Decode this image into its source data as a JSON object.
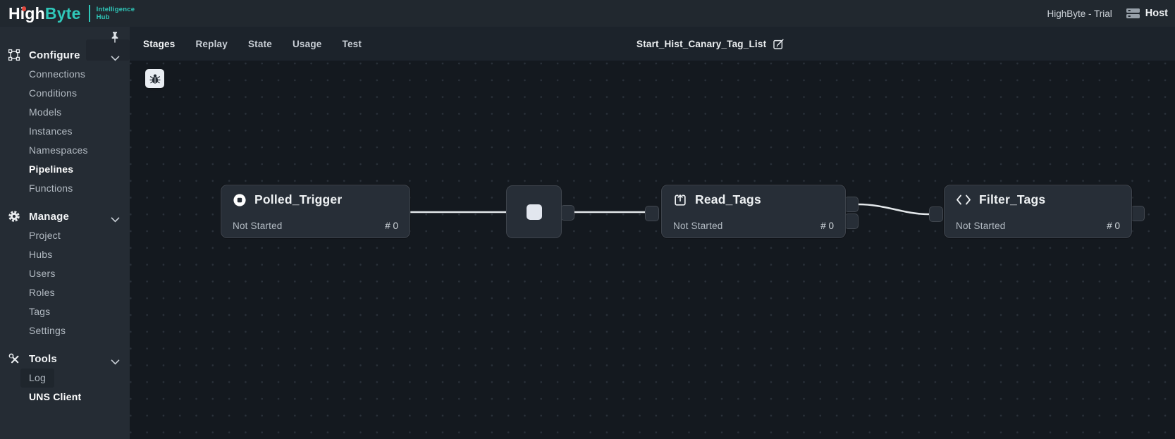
{
  "topbar": {
    "logo": {
      "brand_bold": "High",
      "brand_accent": "Byte",
      "tagline_line1": "Intelligence",
      "tagline_line2": "Hub"
    },
    "license_label": "HighByte - Trial",
    "host_label": "Host"
  },
  "sidebar": {
    "sections": [
      {
        "label": "Configure",
        "items": [
          "Connections",
          "Conditions",
          "Models",
          "Instances",
          "Namespaces",
          "Pipelines",
          "Functions"
        ]
      },
      {
        "label": "Manage",
        "items": [
          "Project",
          "Hubs",
          "Users",
          "Roles",
          "Tags",
          "Settings"
        ]
      },
      {
        "label": "Tools",
        "items": [
          "Log",
          "UNS Client"
        ]
      }
    ],
    "active_item": "Pipelines",
    "bold_items": [
      "Pipelines",
      "UNS Client"
    ]
  },
  "tabbar": {
    "tabs": [
      "Stages",
      "Replay",
      "State",
      "Usage",
      "Test"
    ],
    "active_tab": "Stages",
    "pipeline_title": "Start_Hist_Canary_Tag_List"
  },
  "canvas": {
    "stages": [
      {
        "name": "Polled_Trigger",
        "status": "Not Started",
        "count": "# 0",
        "icon": "polled-trigger-icon"
      },
      {
        "name": "",
        "status": "",
        "count": "",
        "icon": "square-icon"
      },
      {
        "name": "Read_Tags",
        "status": "Not Started",
        "count": "# 0",
        "icon": "read-arrow-icon"
      },
      {
        "name": "Filter_Tags",
        "status": "Not Started",
        "count": "# 0",
        "icon": "code-brackets-icon"
      }
    ]
  },
  "colors": {
    "accent_teal": "#2fc7b9",
    "logo_dot_red": "#e0473d",
    "topbar_bg": "#21282f",
    "sidebar_bg": "#252c34",
    "tabbar_bg": "#1c232b",
    "canvas_bg": "#14191f",
    "node_bg": "#272e37",
    "connection_line": "#e3e7ea"
  }
}
